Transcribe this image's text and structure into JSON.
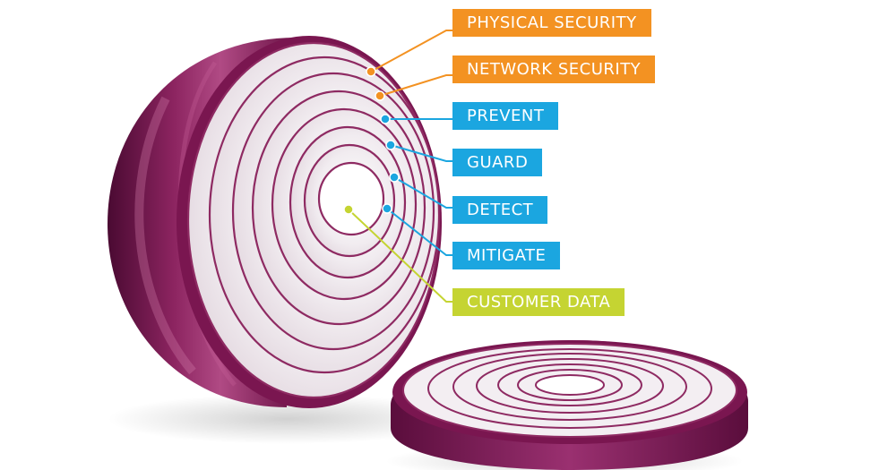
{
  "diagram": {
    "layers": [
      {
        "label": "PHYSICAL SECURITY",
        "color": "#f39222"
      },
      {
        "label": "NETWORK SECURITY",
        "color": "#f39222"
      },
      {
        "label": "PREVENT",
        "color": "#1ba6e0"
      },
      {
        "label": "GUARD",
        "color": "#1ba6e0"
      },
      {
        "label": "DETECT",
        "color": "#1ba6e0"
      },
      {
        "label": "MITIGATE",
        "color": "#1ba6e0"
      },
      {
        "label": "CUSTOMER DATA",
        "color": "#c5d432"
      }
    ]
  },
  "colors": {
    "onion_skin": "#7a1650",
    "onion_flesh": "#f2eef1",
    "ring_line": "#8e2a62"
  }
}
